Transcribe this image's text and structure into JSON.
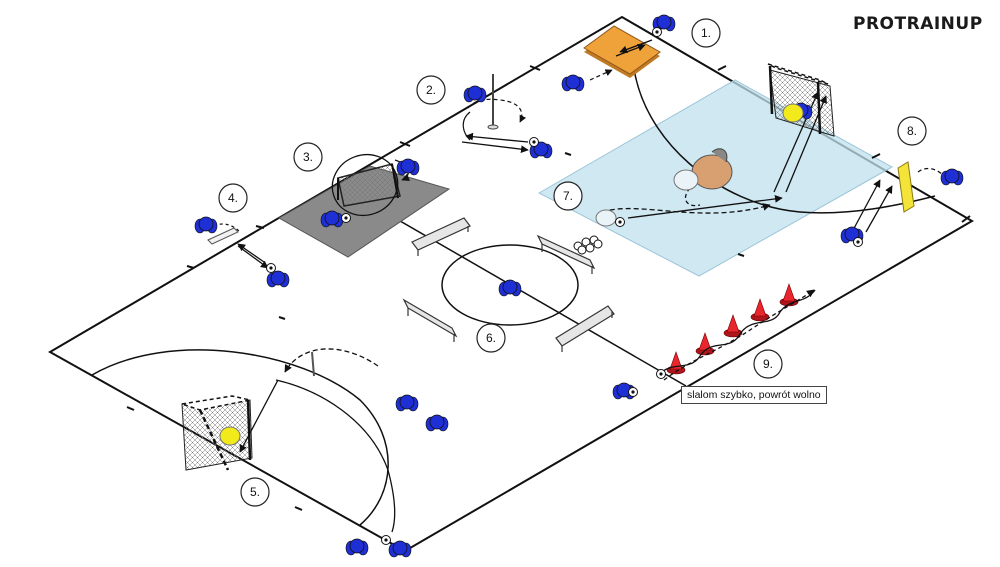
{
  "brand": "PROTRAINUP",
  "caption": "slalom szybko, powrót wolno",
  "stations": [
    {
      "id": "s1",
      "label": "1."
    },
    {
      "id": "s2",
      "label": "2."
    },
    {
      "id": "s3",
      "label": "3."
    },
    {
      "id": "s4",
      "label": "4."
    },
    {
      "id": "s5",
      "label": "5."
    },
    {
      "id": "s6",
      "label": "6."
    },
    {
      "id": "s7",
      "label": "7."
    },
    {
      "id": "s8",
      "label": "8."
    },
    {
      "id": "s9",
      "label": "9."
    }
  ],
  "colors": {
    "player": "#1f2fd6",
    "goalkeeper": "#f2ea1a",
    "orange_mat": "#f0a23a",
    "grey_mat": "#8a8a8a",
    "blue_zone": "#bfe0ee",
    "cone": "#e8262d",
    "lines": "#111111"
  },
  "icons": [
    "player-icon",
    "ball-icon",
    "cone-icon",
    "goal-icon",
    "bench-icon",
    "pole-icon",
    "mannequin-icon",
    "rebounder-icon"
  ]
}
